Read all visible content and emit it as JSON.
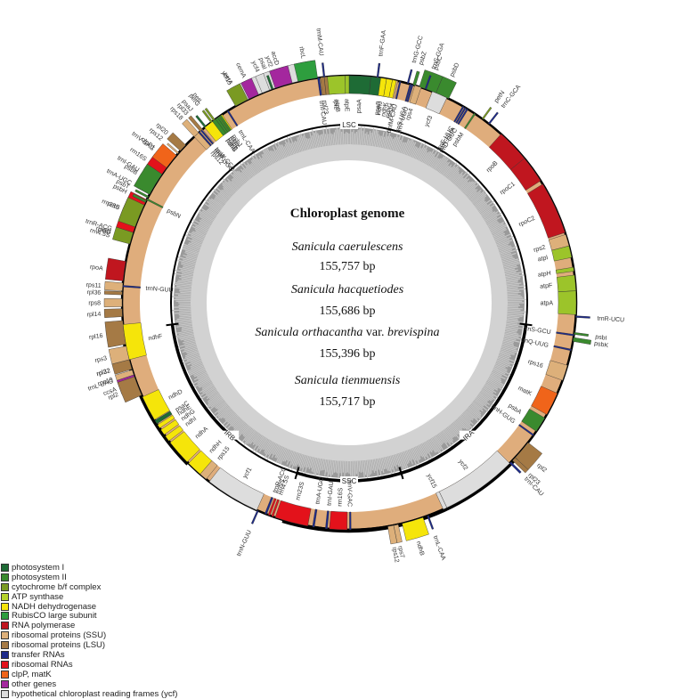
{
  "center": {
    "title": "Chloroplast genome",
    "species": [
      {
        "name": "Sanicula caerulescens",
        "name_italic": "Sanicula caerulescens",
        "suffix": "",
        "length": "155,757 bp"
      },
      {
        "name": "Sanicula hacquetiodes",
        "name_italic": "Sanicula hacquetiodes",
        "suffix": "",
        "length": "155,686 bp"
      },
      {
        "name": "Sanicula orthacantha var. brevispina",
        "name_italic": "Sanicula orthacantha",
        "suffix": "var.",
        "suffix2": "brevispina",
        "length": "155,396 bp"
      },
      {
        "name": "Sanicula tienmuensis",
        "name_italic": "Sanicula tienmuensis",
        "suffix": "",
        "length": "155,717 bp"
      }
    ]
  },
  "regions": {
    "lsc": "LSC",
    "ira": "IRA",
    "ssc": "SSC",
    "irb": "IRB"
  },
  "colors": {
    "photosystem_I": "#1e6b35",
    "photosystem_II": "#3a8a2e",
    "cytochrome": "#7a9a22",
    "atp": "#9cc42a",
    "nadh": "#f5e50a",
    "rubisco": "#2e9e3e",
    "rna_pol": "#c0161f",
    "ssu": "#ddb07a",
    "lsu": "#a57a45",
    "trna": "#1d2a8a",
    "rrna": "#e3121b",
    "clpp_matk": "#f0641a",
    "other": "#a4279e",
    "ycf": "#dddddd",
    "backbone": "#dfad7c"
  },
  "legend": [
    {
      "label": "photosystem I",
      "color": "#1e6b35"
    },
    {
      "label": "photosystem II",
      "color": "#3a8a2e"
    },
    {
      "label": "cytochrome b/f complex",
      "color": "#7a9a22"
    },
    {
      "label": "ATP synthase",
      "color": "#b5d22a"
    },
    {
      "label": "NADH dehydrogenase",
      "color": "#f5e50a"
    },
    {
      "label": "RubisCO large subunit",
      "color": "#2e9e3e"
    },
    {
      "label": "RNA polymerase",
      "color": "#c0161f"
    },
    {
      "label": "ribosomal proteins (SSU)",
      "color": "#ddb07a"
    },
    {
      "label": "ribosomal proteins (LSU)",
      "color": "#a57a45"
    },
    {
      "label": "transfer RNAs",
      "color": "#1d2a8a"
    },
    {
      "label": "ribosomal RNAs",
      "color": "#e3121b"
    },
    {
      "label": "clpP, matK",
      "color": "#f0641a"
    },
    {
      "label": "other genes",
      "color": "#a4279e"
    },
    {
      "label": "hypothetical chloroplast reading frames (ycf)",
      "color": "#dddddd"
    }
  ],
  "genes": [
    {
      "name": "psaA",
      "start": 0.0,
      "end": 5.5,
      "side": "in",
      "cat": "photosystem_I"
    },
    {
      "name": "psaB",
      "start": 5.5,
      "end": 11.0,
      "side": "in",
      "cat": "photosystem_I"
    },
    {
      "name": "rps14",
      "start": 11.8,
      "end": 12.4,
      "side": "in",
      "cat": "ssu",
      "label_r": 200
    },
    {
      "name": "trnfM-CAU",
      "start": 12.8,
      "end": 13.2,
      "side": "in",
      "cat": "trna",
      "label_r": 200
    },
    {
      "name": "trnS-UGA",
      "start": 15.5,
      "end": 15.9,
      "side": "in",
      "cat": "trna"
    },
    {
      "name": "trnG-GCC",
      "start": 14.8,
      "end": 15.2,
      "side": "out",
      "cat": "trna",
      "label_r": 370
    },
    {
      "name": "psbZ",
      "start": 16.3,
      "end": 17.0,
      "side": "out",
      "cat": "photosystem_II",
      "label_r": 370
    },
    {
      "name": "psbC",
      "start": 18.0,
      "end": 22.5,
      "side": "out",
      "cat": "photosystem_II"
    },
    {
      "name": "psbD",
      "start": 22.5,
      "end": 26.0,
      "side": "out",
      "cat": "photosystem_II"
    },
    {
      "name": "trnE-UUC",
      "start": 30.0,
      "end": 30.4,
      "side": "in",
      "cat": "trna",
      "label_r": 200
    },
    {
      "name": "trnY-GUA",
      "start": 30.6,
      "end": 31.0,
      "side": "in",
      "cat": "trna",
      "label_r": 200
    },
    {
      "name": "trnD-GUC",
      "start": 31.2,
      "end": 31.6,
      "side": "in",
      "cat": "trna",
      "label_r": 200
    },
    {
      "name": "psbM",
      "start": 33.4,
      "end": 33.8,
      "side": "in",
      "cat": "photosystem_II",
      "label_r": 200
    },
    {
      "name": "petN",
      "start": 35.8,
      "end": 36.2,
      "side": "out",
      "cat": "cytochrome"
    },
    {
      "name": "trnC-GCA",
      "start": 37.8,
      "end": 38.2,
      "side": "out",
      "cat": "trna"
    },
    {
      "name": "rpoB",
      "start": 42.0,
      "end": 50.5,
      "side": "in",
      "cat": "rna_pol"
    },
    {
      "name": "rpoC1",
      "start": 50.5,
      "end": 57.5,
      "side": "in",
      "cat": "rna_pol"
    },
    {
      "name": "rpoC2",
      "start": 58.5,
      "end": 72.0,
      "side": "in",
      "cat": "rna_pol"
    },
    {
      "name": "rps2",
      "start": 72.5,
      "end": 75.5,
      "side": "in",
      "cat": "ssu"
    },
    {
      "name": "atpI",
      "start": 75.5,
      "end": 78.5,
      "side": "in",
      "cat": "atp"
    },
    {
      "name": "atpH",
      "start": 81.0,
      "end": 82.0,
      "side": "in",
      "cat": "atp"
    },
    {
      "name": "atpF",
      "start": 83.0,
      "end": 87.0,
      "side": "in",
      "cat": "atp"
    },
    {
      "name": "atpA",
      "start": 87.0,
      "end": 93.0,
      "side": "in",
      "cat": "atp"
    },
    {
      "name": "trnR-UCU",
      "start": 93.3,
      "end": 93.7,
      "side": "out",
      "cat": "trna"
    },
    {
      "name": "psbI",
      "start": 97.5,
      "end": 98.0,
      "side": "out",
      "cat": "photosystem_II"
    },
    {
      "name": "psbK",
      "start": 98.8,
      "end": 99.8,
      "side": "out",
      "cat": "photosystem_II"
    },
    {
      "name": "trnS-GCU",
      "start": 98.0,
      "end": 98.4,
      "side": "in",
      "cat": "trna"
    },
    {
      "name": "trnQ-UUG",
      "start": 101.8,
      "end": 102.2,
      "side": "in",
      "cat": "trna"
    },
    {
      "name": "rps16",
      "start": 106.0,
      "end": 110.0,
      "side": "in",
      "cat": "ssu"
    },
    {
      "name": "matK",
      "start": 113.5,
      "end": 119.5,
      "side": "in",
      "cat": "clpp_matk"
    },
    {
      "name": "psbA",
      "start": 120.5,
      "end": 124.5,
      "side": "in",
      "cat": "photosystem_II"
    },
    {
      "name": "trnH-GUG",
      "start": 125.5,
      "end": 125.9,
      "side": "in",
      "cat": "trna"
    },
    {
      "name": "rpl2",
      "start": 128.0,
      "end": 133.0,
      "side": "out",
      "cat": "lsu"
    },
    {
      "name": "rpl23",
      "start": 133.0,
      "end": 134.0,
      "side": "out",
      "cat": "lsu",
      "label_r": 380
    },
    {
      "name": "trnI-CAU",
      "start": 134.5,
      "end": 135.0,
      "side": "out",
      "cat": "trna",
      "label_r": 380
    },
    {
      "name": "ycf2",
      "start": 135.0,
      "end": 154.5,
      "side": "in",
      "cat": "ycf"
    },
    {
      "name": "ycf15",
      "start": 154.5,
      "end": 155.5,
      "side": "in",
      "cat": "ycf"
    },
    {
      "name": "trnL-CAA",
      "start": 159.5,
      "end": 159.9,
      "side": "out",
      "cat": "trna"
    },
    {
      "name": "ndhB",
      "start": 161.0,
      "end": 166.5,
      "side": "out",
      "cat": "nadh"
    },
    {
      "name": "rps7",
      "start": 167.5,
      "end": 168.7,
      "side": "out",
      "cat": "ssu"
    },
    {
      "name": "rps12",
      "start": 168.7,
      "end": 170.2,
      "side": "out",
      "cat": "ssu"
    },
    {
      "name": "trnV-GAC",
      "start": 179.5,
      "end": 179.9,
      "side": "in",
      "cat": "trna"
    },
    {
      "name": "rrn16S",
      "start": 180.5,
      "end": 185.0,
      "side": "in",
      "cat": "rrna"
    },
    {
      "name": "trnI-GAU",
      "start": 185.5,
      "end": 186.0,
      "side": "in",
      "cat": "trna"
    },
    {
      "name": "trnA-UGC",
      "start": 188.8,
      "end": 189.3,
      "side": "in",
      "cat": "trna"
    },
    {
      "name": "rrn23S",
      "start": 190.5,
      "end": 199.0,
      "side": "in",
      "cat": "rrna"
    },
    {
      "name": "rrn4.5S",
      "start": 199.5,
      "end": 200.0,
      "side": "in",
      "cat": "rrna",
      "label_r": 200
    },
    {
      "name": "rrn5S",
      "start": 200.4,
      "end": 200.9,
      "side": "in",
      "cat": "rrna",
      "label_r": 200
    },
    {
      "name": "trnR-ACG",
      "start": 201.3,
      "end": 201.8,
      "side": "in",
      "cat": "trna",
      "label_r": 200
    },
    {
      "name": "trnN-GUU",
      "start": 203.5,
      "end": 203.9,
      "side": "out",
      "cat": "trna"
    },
    {
      "name": "ycf1",
      "start": 204.0,
      "end": 218.0,
      "side": "in",
      "cat": "ycf"
    },
    {
      "name": "rps15",
      "start": 219.0,
      "end": 221.0,
      "side": "in",
      "cat": "ssu"
    },
    {
      "name": "ndhH",
      "start": 221.0,
      "end": 225.0,
      "side": "in",
      "cat": "nadh"
    },
    {
      "name": "ndhA",
      "start": 225.5,
      "end": 232.0,
      "side": "in",
      "cat": "nadh"
    },
    {
      "name": "ndhI",
      "start": 232.5,
      "end": 234.0,
      "side": "in",
      "cat": "nadh"
    },
    {
      "name": "ndhG",
      "start": 234.5,
      "end": 236.0,
      "side": "in",
      "cat": "nadh"
    },
    {
      "name": "ndhE",
      "start": 236.5,
      "end": 237.5,
      "side": "in",
      "cat": "nadh"
    },
    {
      "name": "psaC",
      "start": 237.8,
      "end": 238.8,
      "side": "in",
      "cat": "photosystem_I"
    },
    {
      "name": "ndhD",
      "start": 239.0,
      "end": 245.5,
      "side": "in",
      "cat": "nadh"
    },
    {
      "name": "ccsA",
      "start": 248.0,
      "end": 251.5,
      "side": "out",
      "cat": "other"
    },
    {
      "name": "trnL-UAG",
      "start": 251.6,
      "end": 252.0,
      "side": "out",
      "cat": "trna"
    },
    {
      "name": "rpl32",
      "start": 254.0,
      "end": 254.6,
      "side": "out",
      "cat": "lsu"
    },
    {
      "name": "ndhF",
      "start": 255.5,
      "end": 264.5,
      "side": "in",
      "cat": "nadh"
    },
    {
      "name": "trnN-GUU",
      "start": 274.0,
      "end": 274.4,
      "side": "in",
      "cat": "trna"
    },
    {
      "name": "rrn4.5S",
      "start": 285.5,
      "end": 286.0,
      "side": "out",
      "cat": "rrna",
      "label_r": 370
    },
    {
      "name": "rrn5S",
      "start": 286.3,
      "end": 286.8,
      "side": "out",
      "cat": "rrna",
      "label_r": 370
    },
    {
      "name": "trnR-ACG",
      "start": 287.1,
      "end": 287.6,
      "side": "out",
      "cat": "trna",
      "label_r": 370
    },
    {
      "name": "rrn23S",
      "start": 288.0,
      "end": 297.0,
      "side": "out",
      "cat": "rrna"
    },
    {
      "name": "trnA-UGC",
      "start": 298.5,
      "end": 299.0,
      "side": "out",
      "cat": "trna"
    },
    {
      "name": "trnI-GAU",
      "start": 302.0,
      "end": 302.5,
      "side": "out",
      "cat": "trna"
    },
    {
      "name": "rrn16S",
      "start": 303.0,
      "end": 307.5,
      "side": "out",
      "cat": "rrna"
    },
    {
      "name": "trnV-GAC",
      "start": 308.0,
      "end": 308.4,
      "side": "out",
      "cat": "trna"
    },
    {
      "name": "rps12",
      "start": 317.0,
      "end": 318.5,
      "side": "in",
      "cat": "ssu"
    },
    {
      "name": "rps7",
      "start": 318.5,
      "end": 319.8,
      "side": "in",
      "cat": "ssu"
    },
    {
      "name": "ndhB",
      "start": 320.5,
      "end": 326.0,
      "side": "in",
      "cat": "nadh"
    },
    {
      "name": "trnL-CAA",
      "start": 327.5,
      "end": 327.9,
      "side": "in",
      "cat": "trna"
    },
    {
      "name": "ycf15",
      "start": 331.0,
      "end": 332.0,
      "side": "out",
      "cat": "ycf"
    },
    {
      "name": "ycf2",
      "start": 332.0,
      "end": 351.5,
      "side": "out",
      "cat": "ycf"
    },
    {
      "name": "trnI-CAU",
      "start": 352.0,
      "end": 352.5,
      "side": "in",
      "cat": "trna"
    },
    {
      "name": "rpl23",
      "start": 352.7,
      "end": 353.7,
      "side": "in",
      "cat": "lsu"
    },
    {
      "name": "rpl2",
      "start": 353.7,
      "end": 359.0,
      "side": "in",
      "cat": "lsu"
    }
  ],
  "genes_left": [
    {
      "name": "rpl23",
      "cat": "lsu"
    },
    {
      "name": "trnI-CAU",
      "cat": "trna"
    }
  ],
  "genes_lsc_left": [
    {
      "name": "rpl2",
      "start": 246.0,
      "end": 251.0,
      "side": "out",
      "cat": "lsu"
    },
    {
      "name": "rps19",
      "start": 251.5,
      "end": 252.8,
      "side": "out",
      "cat": "ssu"
    },
    {
      "name": "rpl22",
      "start": 253.0,
      "end": 255.5,
      "side": "out",
      "cat": "lsu"
    },
    {
      "name": "rps3",
      "start": 255.5,
      "end": 259.0,
      "side": "out",
      "cat": "ssu"
    },
    {
      "name": "rpl16",
      "start": 259.5,
      "end": 265.5,
      "side": "out",
      "cat": "lsu"
    },
    {
      "name": "rpl14",
      "start": 266.5,
      "end": 268.5,
      "side": "out",
      "cat": "lsu"
    },
    {
      "name": "rps8",
      "start": 269.0,
      "end": 271.0,
      "side": "out",
      "cat": "ssu"
    },
    {
      "name": "rpl36",
      "start": 272.0,
      "end": 272.8,
      "side": "out",
      "cat": "lsu"
    },
    {
      "name": "rps11",
      "start": 273.0,
      "end": 275.0,
      "side": "out",
      "cat": "ssu"
    },
    {
      "name": "rpoA",
      "start": 275.5,
      "end": 280.5,
      "side": "out",
      "cat": "rna_pol"
    },
    {
      "name": "petD",
      "start": 285.0,
      "end": 288.0,
      "side": "out",
      "cat": "cytochrome"
    },
    {
      "name": "petB",
      "start": 289.5,
      "end": 295.5,
      "side": "out",
      "cat": "cytochrome"
    },
    {
      "name": "psbH",
      "start": 296.2,
      "end": 296.8,
      "side": "out",
      "cat": "photosystem_II"
    },
    {
      "name": "psbN",
      "start": 296.9,
      "end": 297.3,
      "side": "in",
      "cat": "photosystem_II"
    },
    {
      "name": "psbT",
      "start": 297.5,
      "end": 298.0,
      "side": "out",
      "cat": "photosystem_II"
    },
    {
      "name": "psbB",
      "start": 298.5,
      "end": 304.5,
      "side": "out",
      "cat": "photosystem_II"
    },
    {
      "name": "clpP1",
      "start": 306.5,
      "end": 310.5,
      "side": "out",
      "cat": "clpp_matk"
    },
    {
      "name": "rps12",
      "start": 311.0,
      "end": 311.4,
      "side": "out",
      "cat": "ssu"
    },
    {
      "name": "rpl20",
      "start": 312.0,
      "end": 314.0,
      "side": "out",
      "cat": "lsu"
    },
    {
      "name": "rps18",
      "start": 317.0,
      "end": 318.5,
      "side": "out",
      "cat": "ssu"
    },
    {
      "name": "rpl33",
      "start": 319.0,
      "end": 319.8,
      "side": "out",
      "cat": "lsu"
    },
    {
      "name": "psaJ",
      "start": 320.5,
      "end": 321.0,
      "side": "out",
      "cat": "photosystem_I"
    },
    {
      "name": "trnP-UGG",
      "start": 318.5,
      "end": 318.9,
      "side": "in",
      "cat": "trna"
    },
    {
      "name": "trnW-CCA",
      "start": 319.2,
      "end": 319.6,
      "side": "in",
      "cat": "trna"
    },
    {
      "name": "petG",
      "start": 322.5,
      "end": 323.0,
      "side": "out",
      "cat": "cytochrome"
    },
    {
      "name": "petL",
      "start": 323.3,
      "end": 323.8,
      "side": "out",
      "cat": "cytochrome"
    },
    {
      "name": "psbE",
      "start": 323.0,
      "end": 324.0,
      "side": "in",
      "cat": "photosystem_II"
    },
    {
      "name": "psbF",
      "start": 324.0,
      "end": 324.6,
      "side": "in",
      "cat": "photosystem_II"
    },
    {
      "name": "psbL",
      "start": 324.6,
      "end": 325.1,
      "side": "in",
      "cat": "photosystem_II"
    },
    {
      "name": "psbJ",
      "start": 325.2,
      "end": 325.7,
      "side": "in",
      "cat": "photosystem_II"
    },
    {
      "name": "petA",
      "start": 330.0,
      "end": 333.5,
      "side": "out",
      "cat": "cytochrome"
    },
    {
      "name": "cemA",
      "start": 333.8,
      "end": 336.5,
      "side": "out",
      "cat": "other"
    },
    {
      "name": "ycf4",
      "start": 337.5,
      "end": 339.5,
      "side": "out",
      "cat": "ycf"
    },
    {
      "name": "psaI",
      "start": 340.0,
      "end": 340.5,
      "side": "out",
      "cat": "photosystem_I"
    },
    {
      "name": "accD",
      "start": 341.0,
      "end": 345.5,
      "side": "out",
      "cat": "other"
    },
    {
      "name": "rbcL",
      "start": 347.0,
      "end": 352.0,
      "side": "out",
      "cat": "rubisco"
    },
    {
      "name": "trnM-CAU",
      "start": 353.5,
      "end": 353.9,
      "side": "out",
      "cat": "trna"
    },
    {
      "name": "atpB",
      "start": 354.5,
      "end": 359.0,
      "side": "in",
      "cat": "atp"
    },
    {
      "name": "atpE",
      "start": 359.0,
      "end": 360.0,
      "side": "in",
      "cat": "atp"
    }
  ],
  "genes_top_left": [
    {
      "name": "trnF-GAA",
      "start": 7.0,
      "end": 7.4,
      "side": "out",
      "cat": "trna"
    },
    {
      "name": "ndhJ",
      "start": 8.0,
      "end": 9.5,
      "side": "in",
      "cat": "nadh"
    },
    {
      "name": "ndhK",
      "start": 9.5,
      "end": 11.0,
      "side": "in",
      "cat": "nadh"
    },
    {
      "name": "ndhC",
      "start": 11.0,
      "end": 12.0,
      "side": "in",
      "cat": "nadh"
    },
    {
      "name": "trnT-UGU",
      "start": 16.0,
      "end": 16.4,
      "side": "in",
      "cat": "trna"
    },
    {
      "name": "rps4",
      "start": 16.8,
      "end": 18.5,
      "side": "in",
      "cat": "ssu"
    },
    {
      "name": "trnS-GGA",
      "start": 19.5,
      "end": 19.9,
      "side": "out",
      "cat": "trna"
    },
    {
      "name": "ycf3",
      "start": 21.5,
      "end": 25.5,
      "side": "in",
      "cat": "ycf"
    }
  ]
}
